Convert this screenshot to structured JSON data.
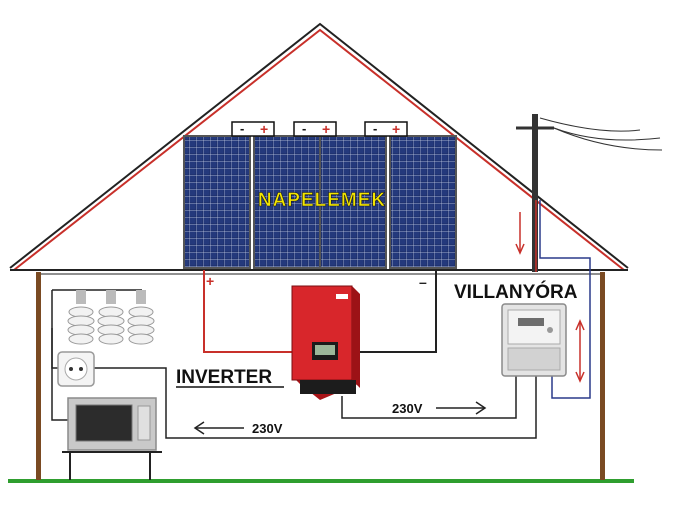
{
  "labels": {
    "panels": "NAPELEMEK",
    "inverter": "INVERTER",
    "meter": "VILLANYÓRA",
    "voltage_to_meter": "230V",
    "voltage_to_house": "230V"
  },
  "polarity": {
    "minus": "-",
    "plus": "+",
    "dc_plus": "+",
    "dc_minus": "–"
  },
  "colors": {
    "roof_red": "#c8302a",
    "panel_blue": "#1d2f6b",
    "inverter_red": "#d8262b",
    "ground_green": "#2f9e2f",
    "label_yellow": "#f3e600",
    "wall_brown": "#7a4a22"
  },
  "icons": [
    "bulb-icon",
    "socket-icon",
    "microwave-icon",
    "inverter-icon",
    "meter-icon",
    "utility-pole-icon",
    "arrow-left-icon",
    "arrow-right-icon",
    "arrow-up-down-icon"
  ]
}
